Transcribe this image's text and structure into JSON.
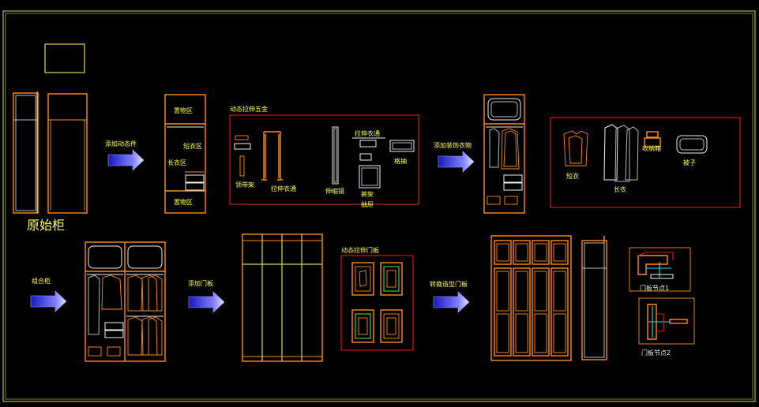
{
  "drawing": {
    "labels": {
      "original_cabinet": "原始柜",
      "add_dynamic": "添加动态件",
      "storage_zone_top": "置物区",
      "short_clothes_zone": "短衣区",
      "long_clothes_zone": "长衣区",
      "storage_zone_bottom": "置物区",
      "hardware_title": "动态拉伸五金",
      "tie_rack_label": "领带架",
      "pull_rod_label": "拉伸衣通",
      "mirror_label": "伸缩镜",
      "pull_rod_label_2": "拉伸衣通",
      "trouser_rack_label": "裤架",
      "grid_drawer_label": "格抽",
      "drawer_label": "抽屉",
      "add_clothes": "添加装饰衣物",
      "short_coat_label": "短衣",
      "long_coat_label": "长衣",
      "storage_box_label": "收纳箱",
      "quilt_label": "被子",
      "combo_cabinet": "组合柜",
      "add_doors": "添加门板",
      "dynamic_doors_title": "动态拉伸门板",
      "convert_doors": "转换造型门板",
      "door_node_1": "门板节点1",
      "door_node_2": "门板节点2"
    }
  }
}
